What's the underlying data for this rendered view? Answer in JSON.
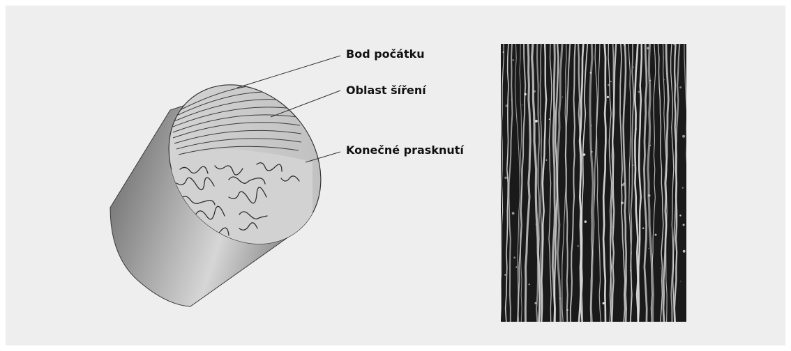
{
  "labels": {
    "origin": "Bod počátku",
    "propagation": "Oblast šíření",
    "final_fracture": "Konečné prasknutí"
  },
  "colors": {
    "background": "#eeeeee",
    "leader_line": "#333333",
    "cylinder_dark": "#6e6e6e",
    "cylinder_light": "#d9d9d9",
    "micrograph_dark": "#1a1a1a",
    "micrograph_light": "#e6e6e6"
  }
}
